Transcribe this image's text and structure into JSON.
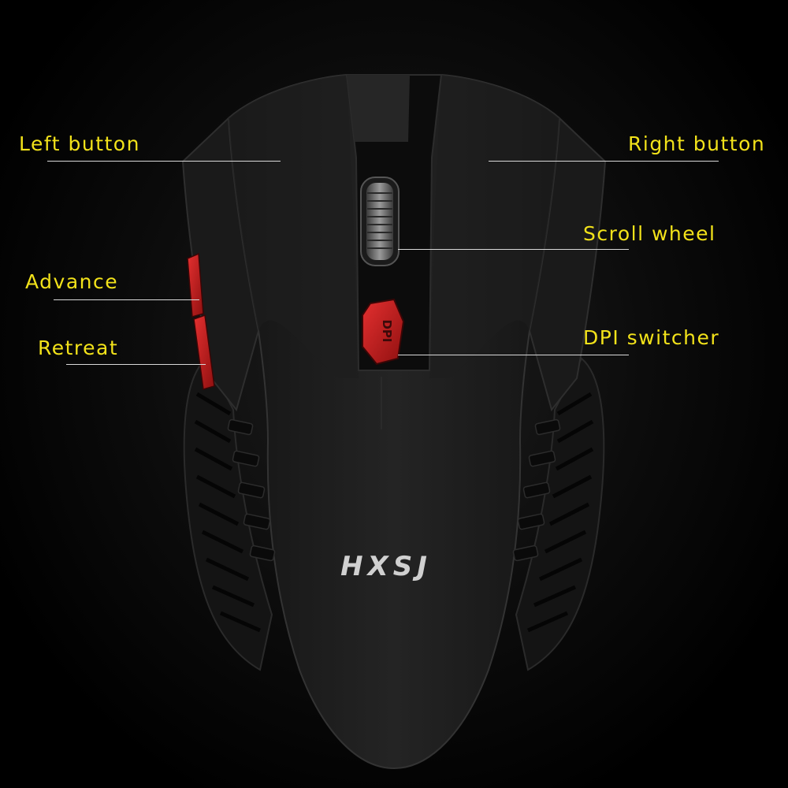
{
  "callouts": {
    "left_button": "Left button",
    "right_button": "Right button",
    "scroll_wheel": "Scroll wheel",
    "advance": "Advance",
    "retreat": "Retreat",
    "dpi_switcher": "DPI switcher"
  },
  "mouse": {
    "dpi_label": "DPI",
    "logo_text": "HXSJ"
  },
  "colors": {
    "callout_text": "#f2e21a",
    "leader_line": "#d9d9d9",
    "accent_red": "#d42020",
    "background": "#000000"
  }
}
